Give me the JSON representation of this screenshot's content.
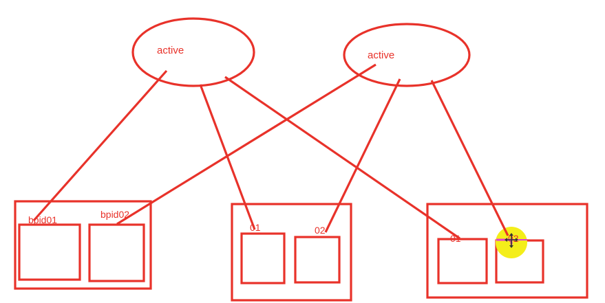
{
  "diagram": {
    "nodes": {
      "active_left_label": "active",
      "active_right_label": "active",
      "group_left": {
        "slot1_label": "bpid01",
        "slot2_label": "bpid02"
      },
      "group_middle": {
        "slot1_label": "01",
        "slot2_label": "02"
      },
      "group_right": {
        "slot1_label": "01",
        "slot2_label": "02"
      }
    },
    "colors": {
      "stroke": "#e8322a",
      "cursor_highlight": "#f4ee1a",
      "cursor_mark": "#e040d0"
    }
  }
}
